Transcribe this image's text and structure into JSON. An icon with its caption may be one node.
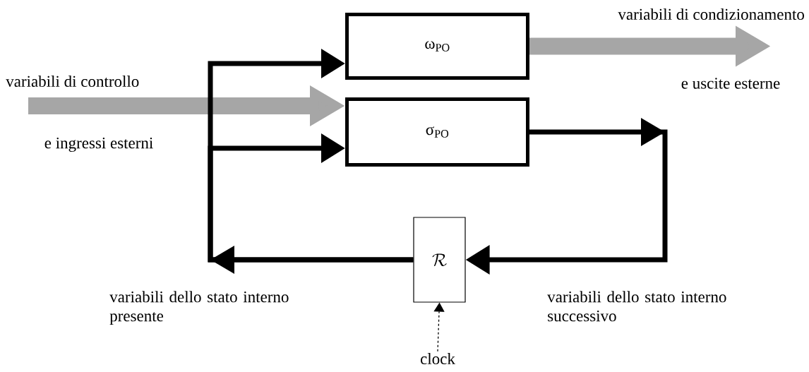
{
  "diagram": {
    "nodes": [
      {
        "text": [
          "ω$_{PO}$"
        ]
      },
      {
        "text": [
          "σ$_{PO}$"
        ]
      },
      {
        "text": [
          "\\mathcal{R}"
        ]
      },
      {
        "text": [
          "clock"
        ]
      }
    ],
    "edges": [
      {
        "from": null,
        "to": 1,
        "arrow": "to",
        "style": "thick",
        "color": "#a6a6a6"
      },
      {
        "from": 0,
        "to": null,
        "arrow": "to",
        "style": "thick",
        "color": "#a6a6a6"
      },
      {
        "from": 1,
        "to": 2,
        "arrow": "to"
      },
      {
        "from": 2,
        "to": 0,
        "arrow": "to"
      },
      {
        "from": 2,
        "to": 1,
        "arrow": "to"
      },
      {
        "from": 3,
        "to": 2,
        "arrow": "to",
        "style": "dashed"
      }
    ],
    "labels": [
      "variabili di condizionamento",
      "variabili di controllo",
      "e uscite esterne",
      "e ingressi esterni",
      "variabili dello stato interno presente",
      "variabili dello stato interno successivo"
    ]
  }
}
